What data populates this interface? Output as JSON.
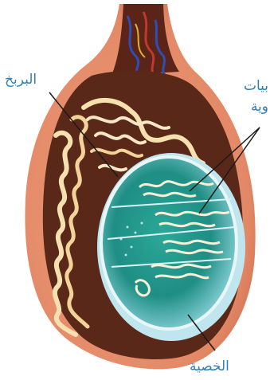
{
  "labels": {
    "epididymis": "البربخ",
    "tubules_line1": "بيات",
    "tubules_line2": "وية",
    "testis": "الخصية"
  }
}
